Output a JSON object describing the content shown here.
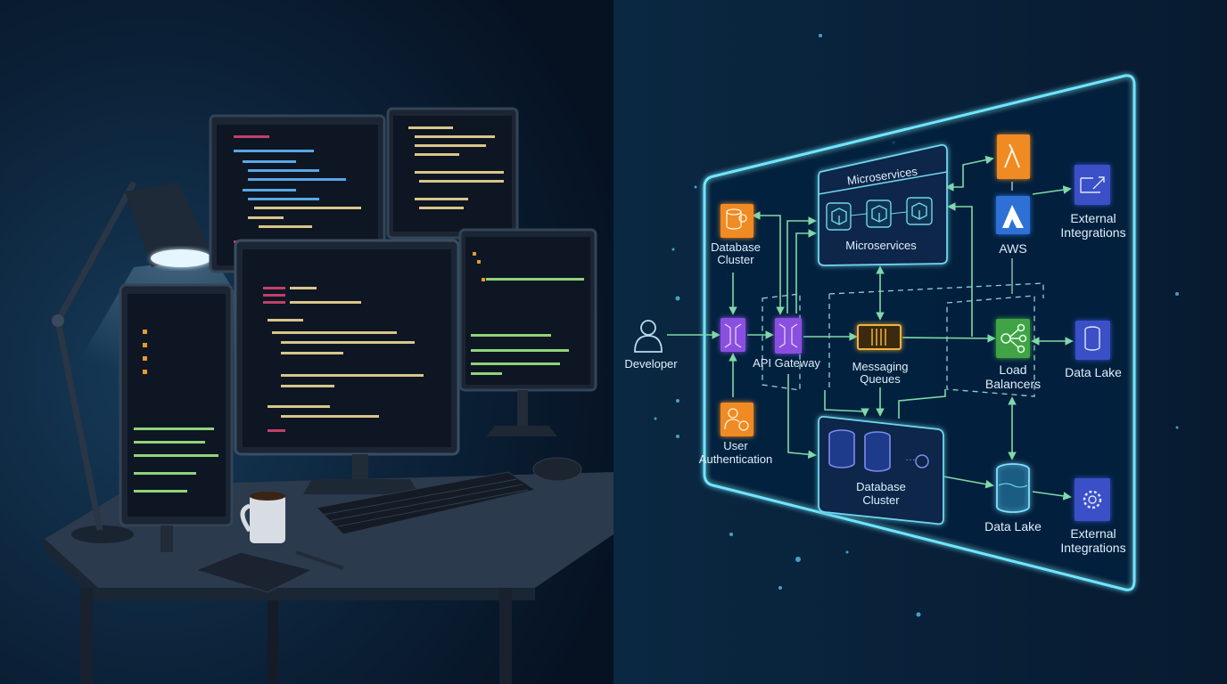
{
  "diagram": {
    "nodes": {
      "developer": "Developer",
      "database_cluster_top": [
        "Database",
        "Cluster"
      ],
      "api_gateway": "API Gateway",
      "user_authentication": [
        "User",
        "Authentication"
      ],
      "microservices_header": "Microservices",
      "microservices_inner": "Microservices",
      "messaging_queues": [
        "Messaging",
        "Queues"
      ],
      "aws": "AWS",
      "load_balancers": [
        "Load",
        "Balancers"
      ],
      "database_cluster_bottom": [
        "Database",
        "Cluster"
      ],
      "data_lake_bottom": "Data Lake",
      "external_integrations_top": [
        "External",
        "Integrations"
      ],
      "data_lake_right": "Data Lake",
      "external_integrations_bottom": [
        "External",
        "Integrations"
      ]
    },
    "icons": {
      "database_cluster_top": "database-gear-icon",
      "router": "router-icon",
      "api_gateway": "api-gateway-icon",
      "user_authentication": "user-lock-icon",
      "microservice": "cube-icon",
      "messaging_queues": "queue-icon",
      "lambda": "lambda-icon",
      "aws": "azure-logo-icon",
      "load_balancers": "load-balancer-icon",
      "external_integrations": "external-link-icon",
      "data_lake": "database-icon",
      "settings": "gear-icon"
    }
  },
  "colors": {
    "background": "#071526",
    "panel_glow": "#5fe0ff",
    "edge": "#7fd9a8",
    "orange": "#f08a24",
    "purple": "#8a4fe0",
    "green": "#3fa345",
    "blue": "#2f6fd6",
    "indigo": "#3b4fc7",
    "queue": "#f2b33d"
  }
}
